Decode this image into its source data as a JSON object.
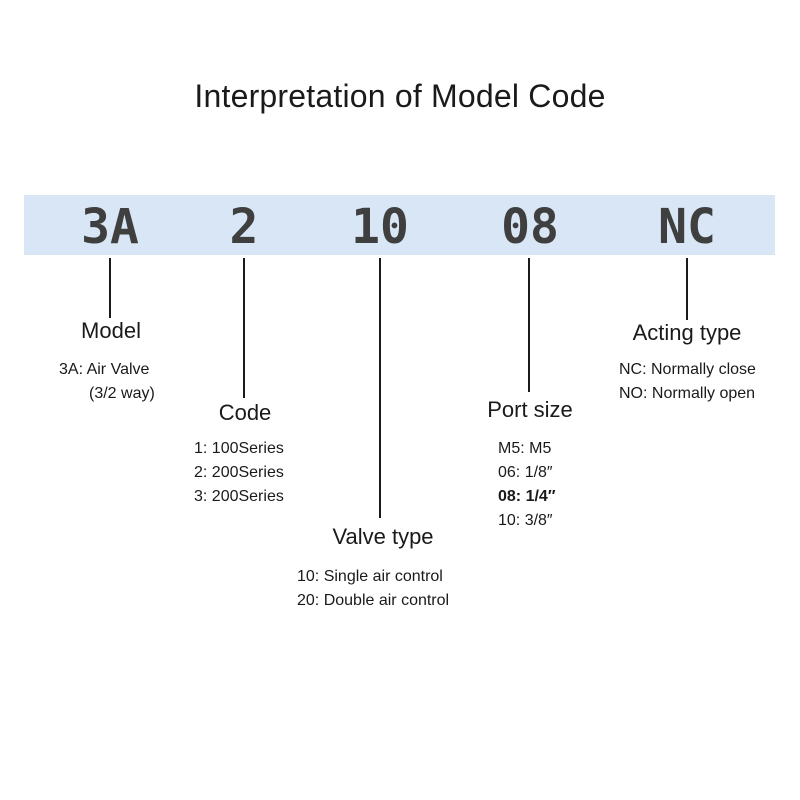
{
  "title": "Interpretation of Model Code",
  "segments": [
    {
      "code": "3A",
      "label": "Model",
      "desc": [
        "3A: Air Valve",
        "(3/2 way)"
      ]
    },
    {
      "code": "2",
      "label": "Code",
      "desc": [
        "1: 100Series",
        "2: 200Series",
        "3: 200Series"
      ]
    },
    {
      "code": "10",
      "label": "Valve type",
      "desc": [
        "10: Single air control",
        "20: Double air control"
      ]
    },
    {
      "code": "08",
      "label": "Port size",
      "desc": [
        "M5: M5",
        "06: 1/8″",
        "08: 1/4″",
        "10: 3/8″"
      ]
    },
    {
      "code": "NC",
      "label": "Acting type",
      "desc": [
        "NC: Normally close",
        "NO: Normally open"
      ]
    }
  ],
  "colors": {
    "band": "#d8e6f5",
    "code_text": "#3f3f3f",
    "text": "#1a1a1a"
  }
}
